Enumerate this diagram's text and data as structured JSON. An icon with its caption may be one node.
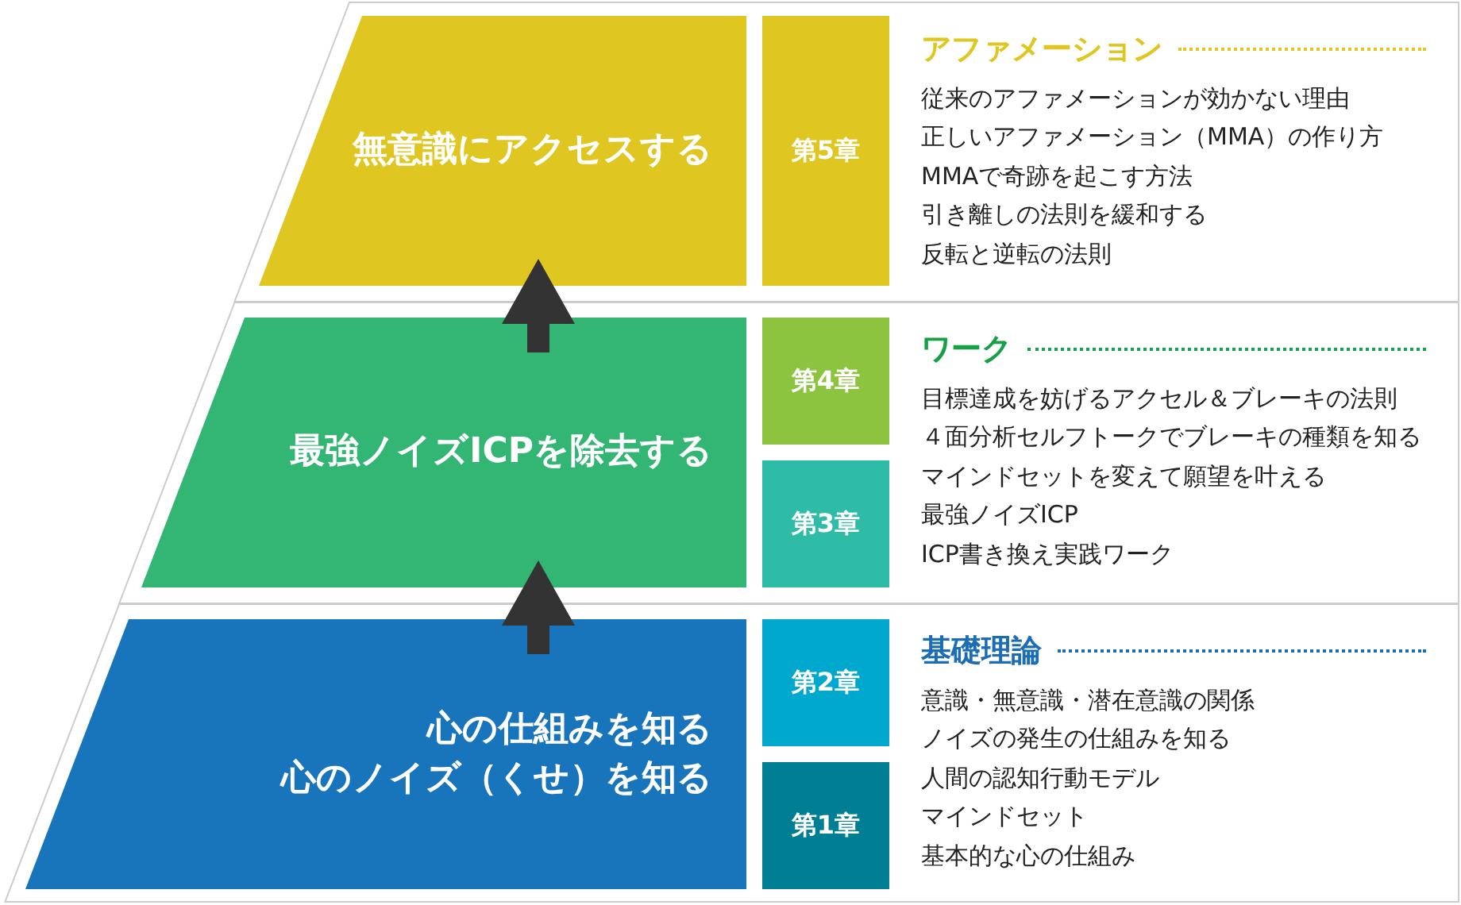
{
  "diagram": {
    "nodes": [
      {
        "text": [
          "アファメーション",
          "従来のアファメーションが効かない理由",
          "正しいアファメーション（MMA）の作り方",
          "MMAで奇跡を起こす方法",
          "引き離しの法則を緩和する",
          "反転と逆転の法則"
        ]
      },
      {
        "text": [
          "無意識にアクセスする"
        ],
        "in": 0
      },
      {
        "text": [
          "第5章"
        ],
        "in": 0
      },
      {
        "text": [
          "ワーク",
          "目標達成を妨げるアクセル＆ブレーキの法則",
          "４面分析セルフトークでブレーキの種類を知る",
          "マインドセットを変えて願望を叶える",
          "最強ノイズICP",
          "ICP書き換え実践ワーク"
        ]
      },
      {
        "text": [
          "最強ノイズICPを除去する"
        ],
        "in": 3
      },
      {
        "text": [
          "第4章"
        ],
        "in": 3
      },
      {
        "text": [
          "第3章"
        ],
        "in": 3
      },
      {
        "text": [
          "基礎理論",
          "意識・無意識・潜在意識の関係",
          "ノイズの発生の仕組みを知る",
          "人間の認知行動モデル",
          "マインドセット",
          "基本的な心の仕組み"
        ]
      },
      {
        "text": [
          "心の仕組みを知る",
          "心のノイズ（くせ）を知る"
        ],
        "in": 7
      },
      {
        "text": [
          "第2章"
        ],
        "in": 7
      },
      {
        "text": [
          "第1章"
        ],
        "in": 7
      }
    ],
    "edges": [
      {
        "from": 8,
        "to": 4,
        "arrow": "to"
      },
      {
        "from": 4,
        "to": 1,
        "arrow": "to"
      }
    ]
  }
}
